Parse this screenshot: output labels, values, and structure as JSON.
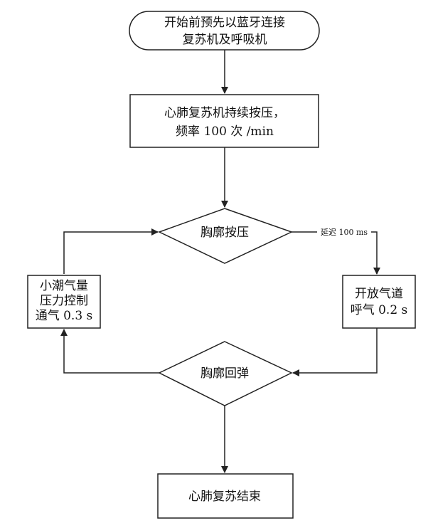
{
  "nodes": {
    "start": {
      "lines": [
        "开始前预先以蓝牙连接",
        "复苏机及呼吸机"
      ]
    },
    "compress": {
      "lines": [
        "心肺复苏机持续按压，",
        "频率 100 次 /min"
      ]
    },
    "chest_press": {
      "label": "胸廓按压"
    },
    "exhale": {
      "lines": [
        "开放气道",
        "呼气 0.2 s"
      ]
    },
    "ventilate": {
      "lines": [
        "小潮气量",
        "压力控制",
        "通气 0.3 s"
      ]
    },
    "rebound": {
      "label": "胸廓回弹"
    },
    "end": {
      "label": "心肺复苏结束"
    }
  },
  "edges": {
    "delay_label": "延迟 100 ms"
  },
  "colors": {
    "stroke": "#222222",
    "fill": "#ffffff",
    "text": "#111111"
  }
}
